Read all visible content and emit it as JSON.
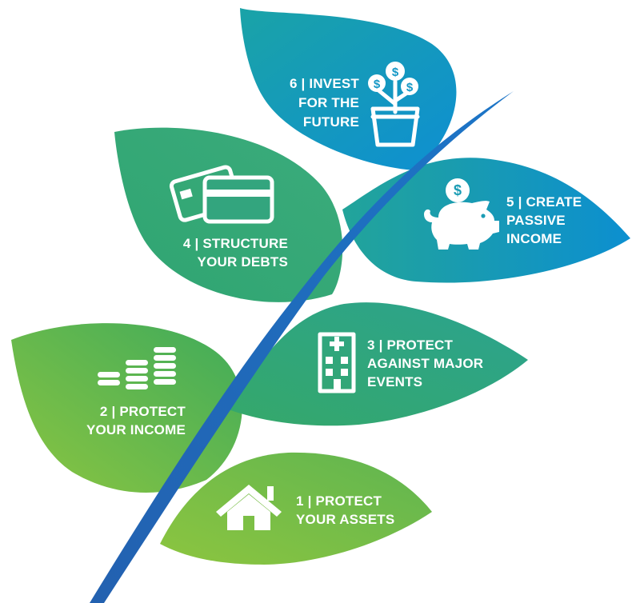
{
  "steps": [
    {
      "number": "1",
      "line1": "1 | PROTECT",
      "line2": "YOUR ASSETS",
      "line3": "",
      "icon": "house-icon"
    },
    {
      "number": "2",
      "line1": "2 | PROTECT",
      "line2": "YOUR INCOME",
      "line3": "",
      "icon": "coin-stacks-icon"
    },
    {
      "number": "3",
      "line1": "3 | PROTECT",
      "line2": "AGAINST MAJOR",
      "line3": "EVENTS",
      "icon": "hospital-icon"
    },
    {
      "number": "4",
      "line1": "4 | STRUCTURE",
      "line2": "YOUR DEBTS",
      "line3": "",
      "icon": "credit-cards-icon"
    },
    {
      "number": "5",
      "line1": "5 | CREATE",
      "line2": "PASSIVE",
      "line3": "INCOME",
      "icon": "piggy-bank-icon"
    },
    {
      "number": "6",
      "line1": "6 | INVEST",
      "line2": "FOR THE",
      "line3": "FUTURE",
      "icon": "money-plant-icon"
    }
  ],
  "icons": {
    "dollar_symbol": "$"
  },
  "colors": {
    "stem": "#1f63b8",
    "leaf_green_light": "#8cc43e",
    "leaf_green": "#49ad5a",
    "leaf_teal": "#2ea48c",
    "leaf_blue": "#0f97cf",
    "text": "#ffffff"
  }
}
